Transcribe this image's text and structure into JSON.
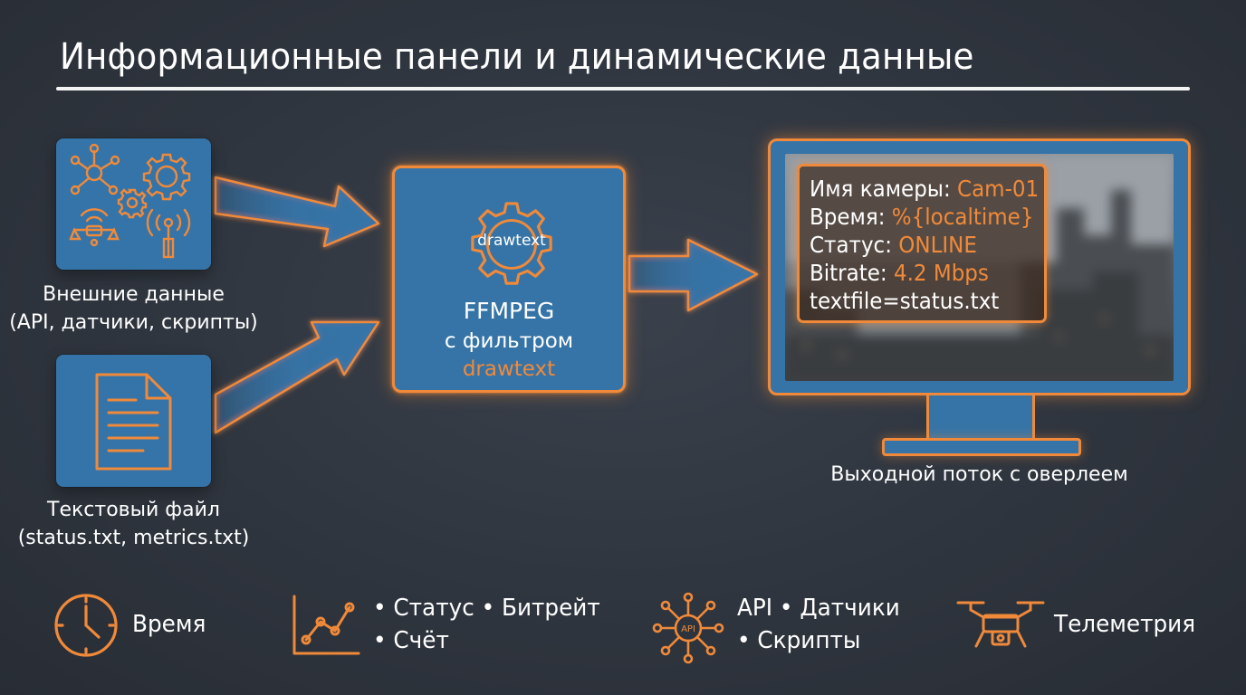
{
  "title": "Информационные панели и динамические данные",
  "inputs": {
    "external": {
      "caption_line1": "Внешние данные",
      "caption_line2": "(API, датчики, скрипты)",
      "icons": [
        "network-hub-icon",
        "gear-icon",
        "small-gear-icon",
        "drone-icon",
        "antenna-icon"
      ]
    },
    "textfile": {
      "caption_line1": "Текстовый файл",
      "caption_line2": "(status.txt, metrics.txt)",
      "icons": [
        "document-icon"
      ]
    }
  },
  "processor": {
    "gear_label": "drawtext",
    "line1": "FFMPEG",
    "line2": "с фильтром",
    "line3": "drawtext"
  },
  "output": {
    "caption": "Выходной поток с оверлеем",
    "overlay": [
      {
        "label": "Имя камеры: ",
        "value": "Cam-01"
      },
      {
        "label": "Время: ",
        "value": "%{localtime}"
      },
      {
        "label": "Статус: ",
        "value": "ONLINE"
      },
      {
        "label": "Bitrate: ",
        "value": "4.2 Mbps"
      },
      {
        "label": "textfile=status.txt",
        "value": ""
      }
    ]
  },
  "bottom": [
    {
      "icon": "clock-icon",
      "line1": "Время",
      "line2": ""
    },
    {
      "icon": "line-chart-icon",
      "line1": "• Статус • Битрейт",
      "line2": "• Счёт"
    },
    {
      "icon": "api-hub-icon",
      "line1": "API • Датчики",
      "line2": "• Скрипты"
    },
    {
      "icon": "drone-camera-icon",
      "line1": "Телеметрия",
      "line2": ""
    }
  ],
  "colors": {
    "background": "#2f353e",
    "panel_blue": "#3674a7",
    "accent_orange": "#f08a3a",
    "text": "#ffffff"
  }
}
